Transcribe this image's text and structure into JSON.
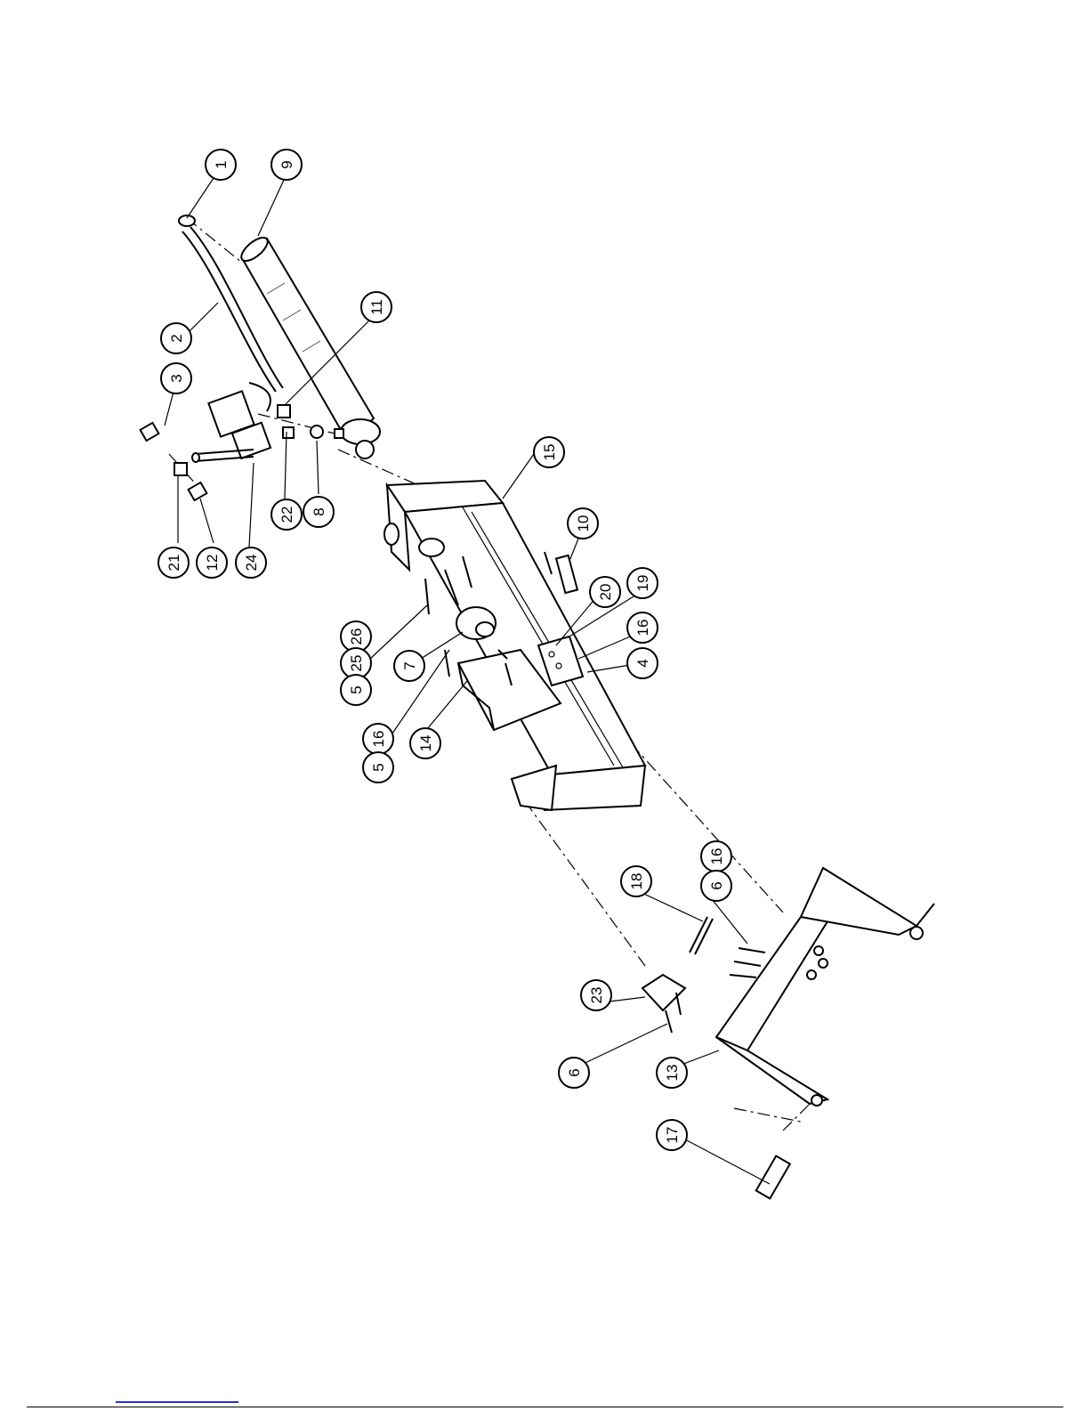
{
  "callouts": [
    {
      "id": "c1",
      "label": "1"
    },
    {
      "id": "c9",
      "label": "9"
    },
    {
      "id": "c2",
      "label": "2"
    },
    {
      "id": "c3",
      "label": "3"
    },
    {
      "id": "c11",
      "label": "11"
    },
    {
      "id": "c21",
      "label": "21"
    },
    {
      "id": "c12",
      "label": "12"
    },
    {
      "id": "c24",
      "label": "24"
    },
    {
      "id": "c22",
      "label": "22"
    },
    {
      "id": "c8",
      "label": "8"
    },
    {
      "id": "c15",
      "label": "15"
    },
    {
      "id": "c10",
      "label": "10"
    },
    {
      "id": "c20",
      "label": "20"
    },
    {
      "id": "c19",
      "label": "19"
    },
    {
      "id": "c16a",
      "label": "16"
    },
    {
      "id": "c4",
      "label": "4"
    },
    {
      "id": "c26",
      "label": "26"
    },
    {
      "id": "c25",
      "label": "25"
    },
    {
      "id": "c5a",
      "label": "5"
    },
    {
      "id": "c7",
      "label": "7"
    },
    {
      "id": "c16b",
      "label": "16"
    },
    {
      "id": "c5b",
      "label": "5"
    },
    {
      "id": "c14",
      "label": "14"
    },
    {
      "id": "c18",
      "label": "18"
    },
    {
      "id": "c16c",
      "label": "16"
    },
    {
      "id": "c6a",
      "label": "6"
    },
    {
      "id": "c23",
      "label": "23"
    },
    {
      "id": "c6b",
      "label": "6"
    },
    {
      "id": "c13",
      "label": "13"
    },
    {
      "id": "c17",
      "label": "17"
    }
  ]
}
